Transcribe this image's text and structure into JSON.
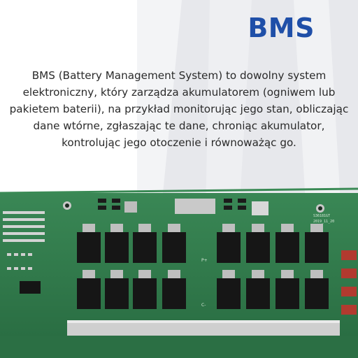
{
  "header": {
    "title": "BMS"
  },
  "description": {
    "lines": [
      "BMS (Battery Management System) to dowolny system",
      "elektroniczny, który zarządza akumulatorem (ogniwem lub",
      "pakietem baterii), na przykład monitorując jego stan, obliczając",
      "dane wtórne, zgłaszając te dane, chroniąc akumulator,",
      "kontrolując jego otoczenie i równoważąc go."
    ]
  },
  "board": {
    "icon": "pcb-circuit-board-photo",
    "marking_1": "S36181GT",
    "marking_2": "2019_11_20",
    "pad_plus": "P+",
    "pad_minus": "C-"
  },
  "colors": {
    "title": "#1f4fa8",
    "text": "#2a2a2a",
    "pcb": "#2f7a4a",
    "panel": "#e6e7eb"
  }
}
